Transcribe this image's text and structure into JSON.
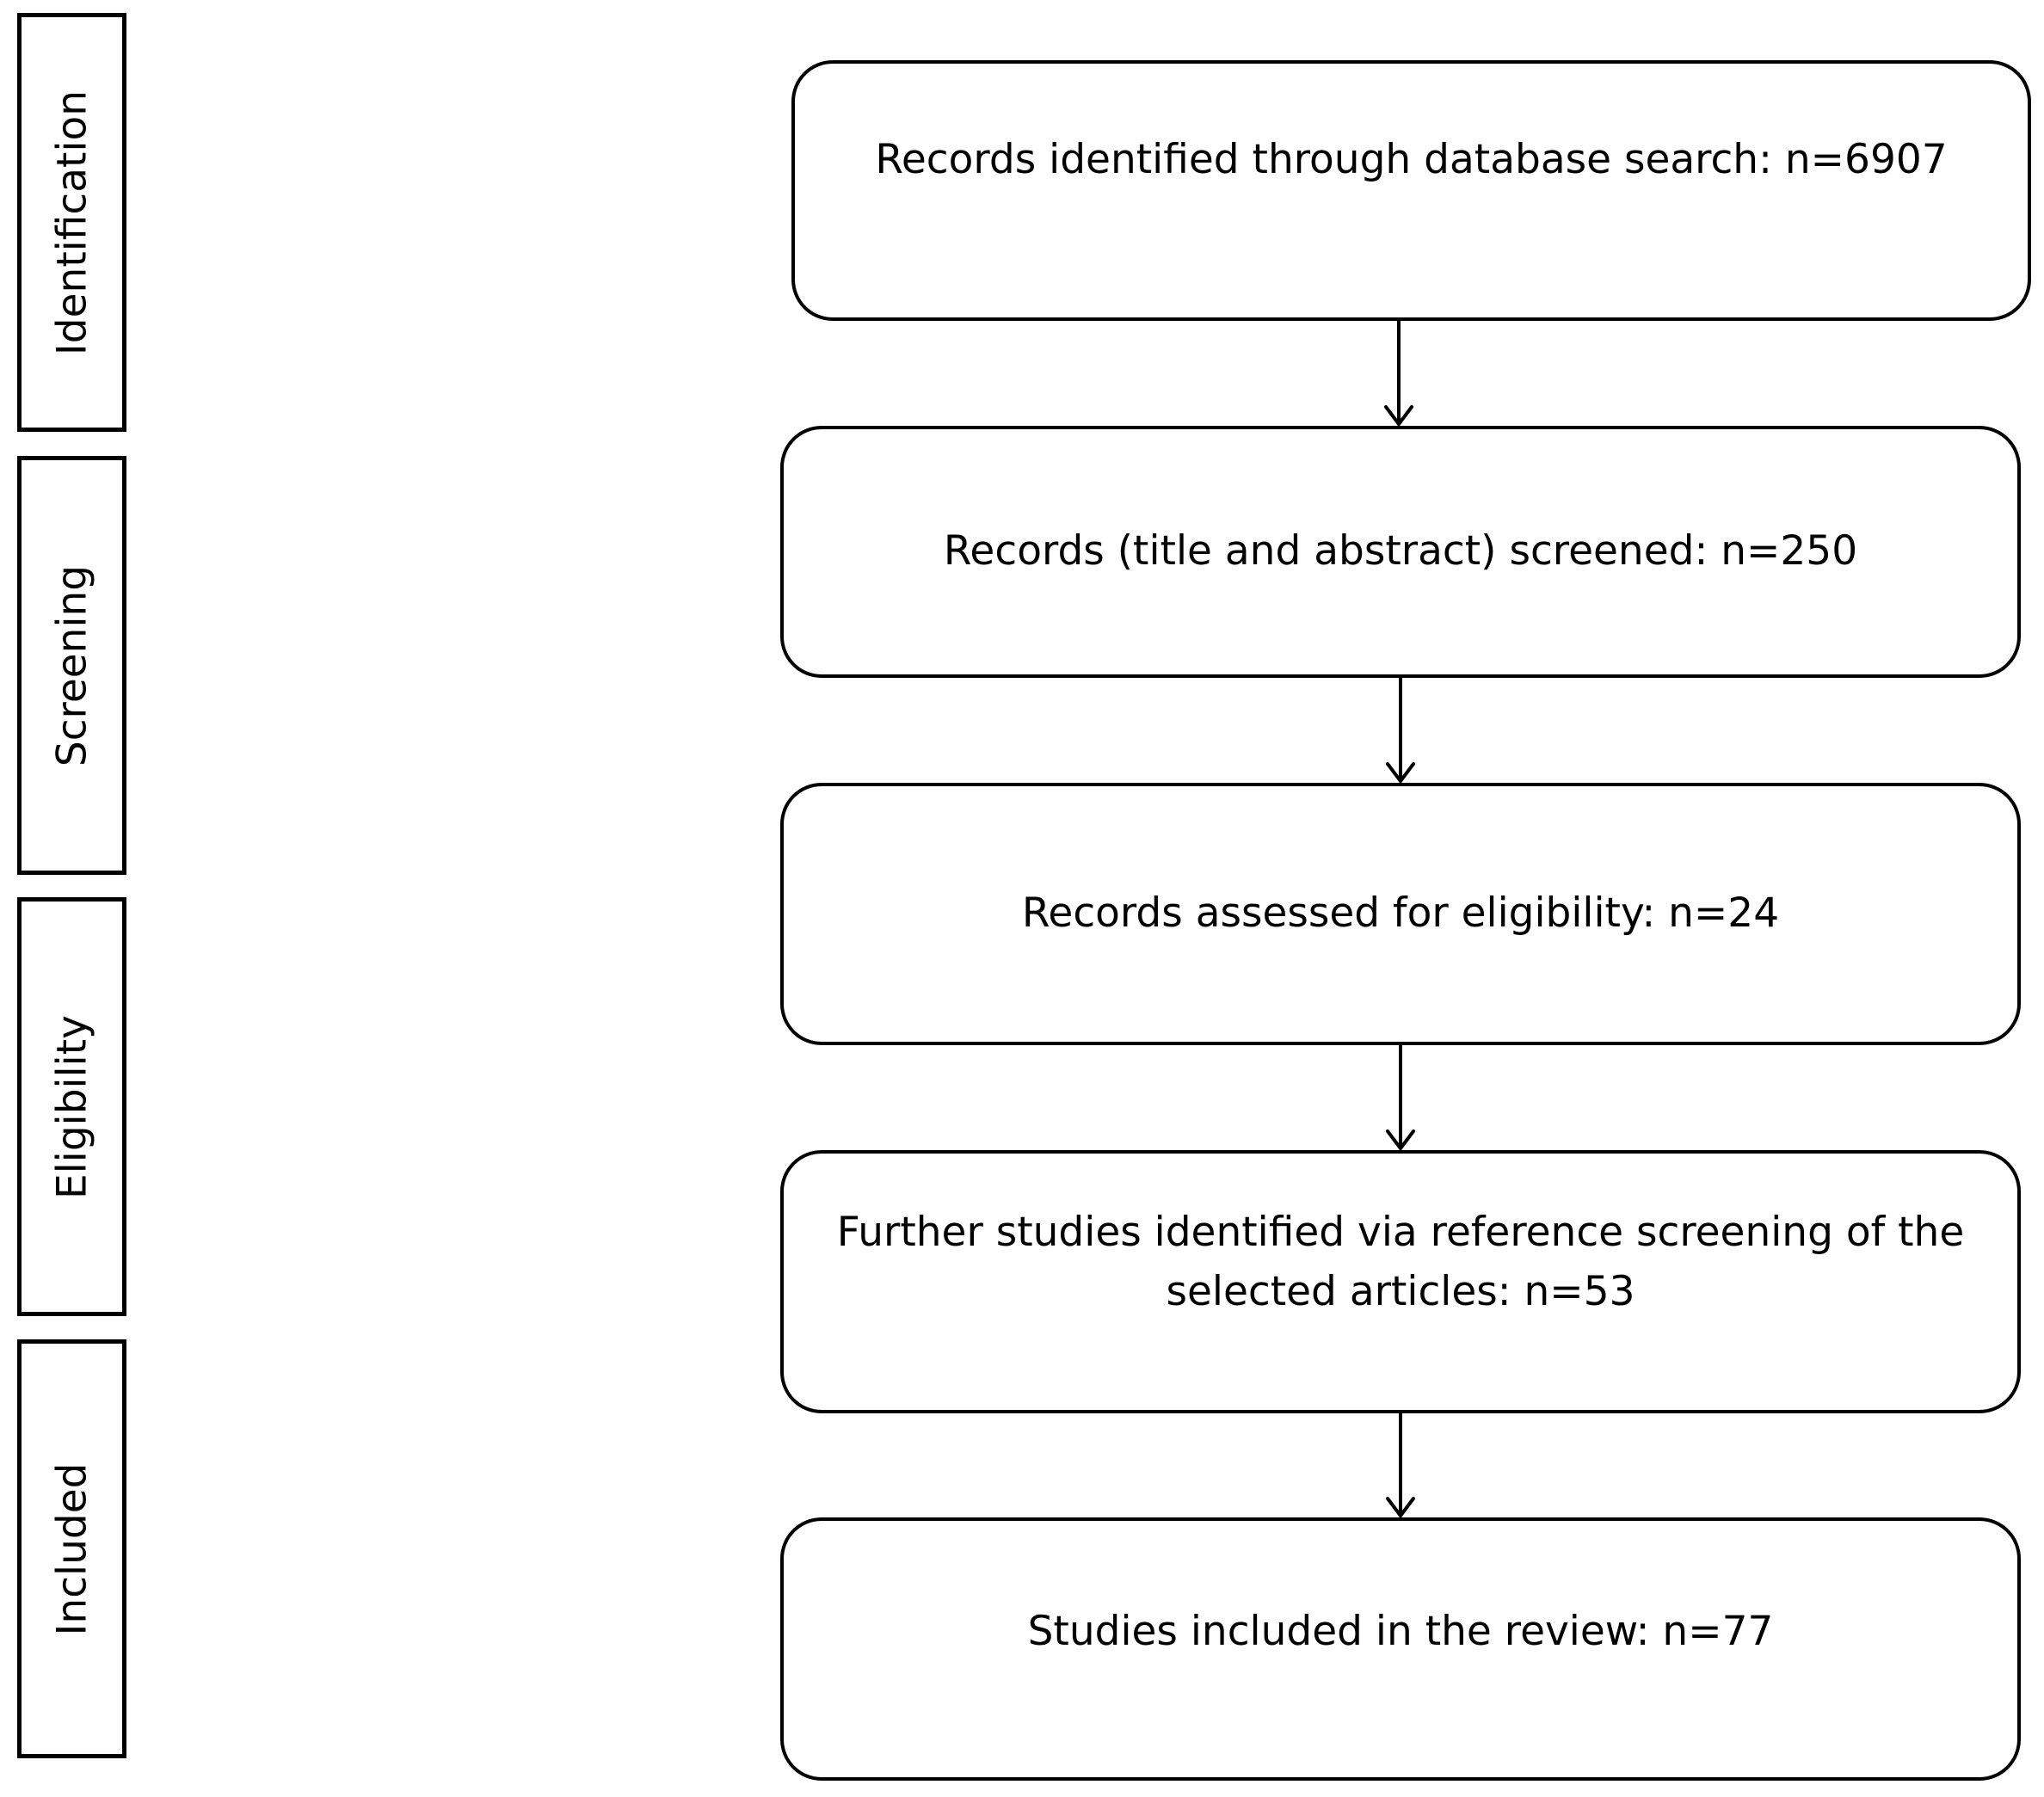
{
  "stages": [
    {
      "label": "Identification"
    },
    {
      "label": "Screening"
    },
    {
      "label": "Eligibility"
    },
    {
      "label": "Included"
    }
  ],
  "flow": [
    {
      "text": "Records identified through database search: n=6907"
    },
    {
      "text": "Records (title and abstract) screened: n=250"
    },
    {
      "text": "Records assessed for eligibility: n=24"
    },
    {
      "text": "Further studies identified via reference screening of the selected articles: n=53"
    },
    {
      "text": "Studies included in the review: n=77"
    }
  ]
}
